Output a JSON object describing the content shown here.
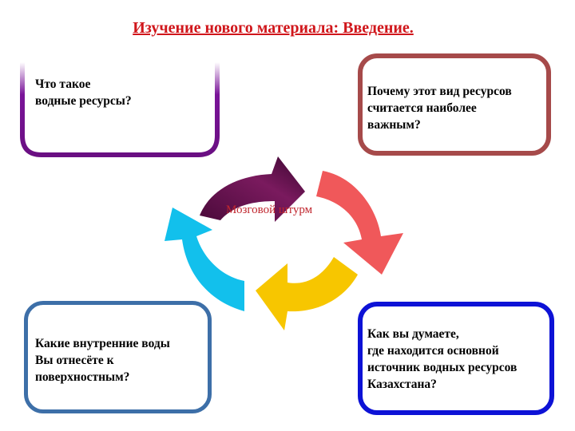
{
  "title": "Изучение нового материала: Введение.",
  "center": {
    "label": "Мозговой штурм"
  },
  "boxes": {
    "top_left": {
      "text": "Что такое\nводные ресурсы?",
      "color": "#6a0f82"
    },
    "top_right": {
      "text": "Почему этот вид ресурсов\nсчитается наиболее\nважным?",
      "color": "#a64a4a"
    },
    "bottom_left": {
      "text": "Какие внутренние воды\n Вы отнесёте к\nповерхностным?",
      "color": "#3d6fa8"
    },
    "bottom_right": {
      "text": "Как вы думаете,\nгде находится основной\nисточник  водных ресурсов\nКазахстана?",
      "color": "#0d12d6"
    }
  },
  "arrows": {
    "top": "#6b0f4e",
    "right": "#f0585a",
    "bottom": "#f7c600",
    "left": "#12c0ec"
  },
  "icons": [
    "arrow-top-icon",
    "arrow-right-icon",
    "arrow-bottom-icon",
    "arrow-left-icon"
  ]
}
